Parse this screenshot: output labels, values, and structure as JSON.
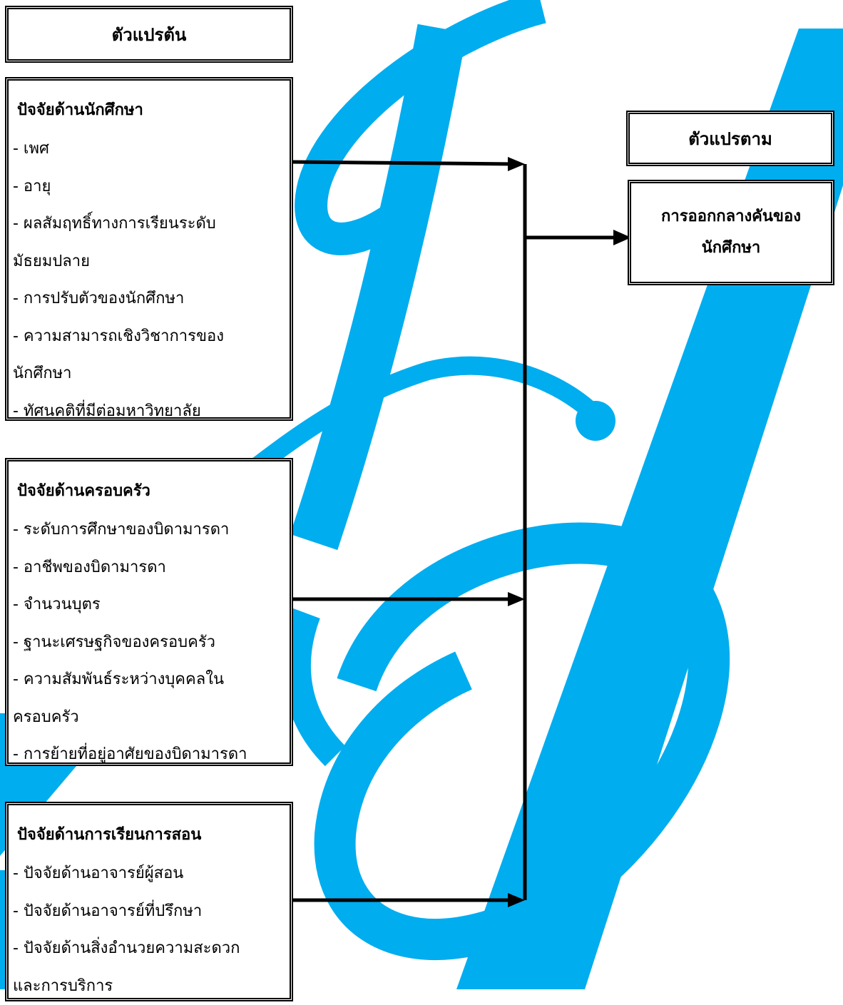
{
  "independent_header": "ตัวแปรต้น",
  "dependent_header": "ตัวแปรตาม",
  "outcome": {
    "line1": "การออกกลางคันของ",
    "line2": "นักศึกษา"
  },
  "groups": [
    {
      "title": "ปัจจัยด้านนักศึกษา",
      "lines": [
        "- เพศ",
        "- อายุ",
        "- ผลสัมฤทธิ์ทางการเรียนระดับ",
        "มัธยมปลาย",
        "- การปรับตัวของนักศึกษา",
        "- ความสามารถเชิงวิชาการของ",
        "นักศึกษา",
        "- ทัศนคติที่มีต่อมหาวิทยาลัย"
      ]
    },
    {
      "title": "ปัจจัยด้านครอบครัว",
      "lines": [
        "- ระดับการศึกษาของบิดามารดา",
        "- อาชีพของบิดามารดา",
        "- จำนวนบุตร",
        "- ฐานะเศรษฐกิจของครอบครัว",
        "- ความสัมพันธ์ระหว่างบุคคลใน",
        "ครอบครัว",
        "- การย้ายที่อยู่อาศัยของบิดามารดา"
      ]
    },
    {
      "title": "ปัจจัยด้านการเรียนการสอน",
      "lines": [
        "- ปัจจัยด้านอาจารย์ผู้สอน",
        "- ปัจจัยด้านอาจารย์ที่ปรึกษา",
        "- ปัจจัยด้านสิ่งอำนวยความสะดวก",
        "และการบริการ"
      ]
    }
  ],
  "colors": {
    "watermark": "#00adef",
    "line": "#000000"
  }
}
